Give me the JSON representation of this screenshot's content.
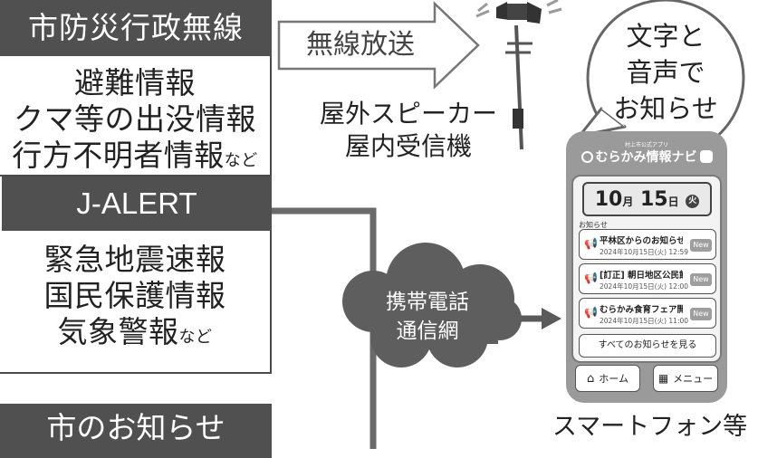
{
  "disaster_radio": {
    "header": "市防災行政無線",
    "items": [
      "避難情報",
      "クマ等の出没情報"
    ],
    "last_item": "行方不明者情報",
    "last_suffix": "など"
  },
  "j_alert": {
    "header": "J-ALERT",
    "items": [
      "緊急地震速報",
      "国民保護情報"
    ],
    "last_item": "気象警報",
    "last_suffix": "など"
  },
  "city_notice": {
    "header": "市のお知らせ"
  },
  "broadcast": {
    "label": "無線放送"
  },
  "speakers": {
    "line1": "屋外スピーカー",
    "line2": "屋内受信機"
  },
  "bubble": {
    "line1": "文字と",
    "line2": "音声で",
    "line3": "お知らせ"
  },
  "network": {
    "line1": "携帯電話",
    "line2": "通信網"
  },
  "smartphone": {
    "caption": "スマートフォン等",
    "app_title": "むらかみ情報ナビ",
    "app_subtitle": "村上市公式アプリ",
    "date": {
      "month": "10",
      "month_unit": "月",
      "day": "15",
      "day_unit": "日",
      "weekday": "火"
    },
    "section_label": "お知らせ",
    "notices": [
      {
        "title": "平林区からのお知らせ",
        "date": "2024年10月15日(火) 12:59",
        "badge": "New"
      },
      {
        "title": "[訂正] 朝日地区公民館「…",
        "date": "2024年10月15日(火) 12:00",
        "badge": "New"
      },
      {
        "title": "むらかみ食育フェア開催…",
        "date": "2024年10月15日(火) 11:00",
        "badge": "New"
      }
    ],
    "more_button": "すべてのお知らせを見る",
    "nav": {
      "home": "ホーム",
      "menu": "メニュー"
    }
  },
  "colors": {
    "dark_fill": "#505050",
    "line": "#6a6a6a",
    "cloud": "#5e5e5e",
    "phone_frame": "#9a9a9a"
  }
}
